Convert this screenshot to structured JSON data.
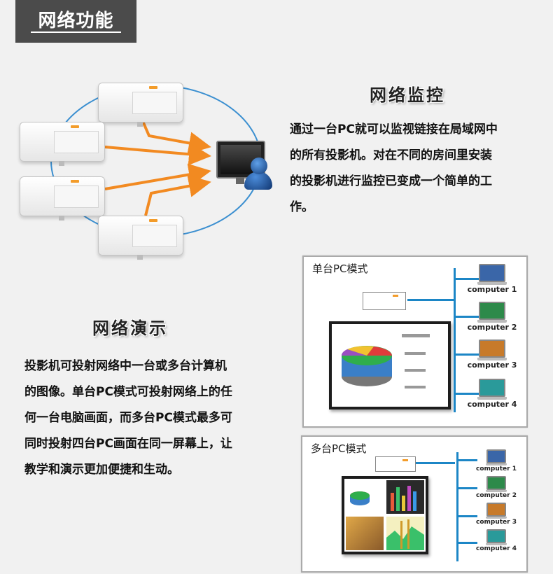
{
  "header": {
    "title": "网络功能"
  },
  "monitoring": {
    "title": "网络监控",
    "lines": [
      "通过一台PC就可以监视链接在局域网中",
      "的所有投影机。对在不同的房间里安装",
      "的投影机进行监控已变成一个简单的工",
      "作。"
    ]
  },
  "presentation": {
    "title": "网络演示",
    "lines": [
      "投影机可投射网络中一台或多台计算机",
      "的图像。单台PC模式可投射网络上的任",
      "何一台电脑画面，而多台PC模式最多可",
      "同时投射四台PC画面在同一屏幕上，让",
      "教学和演示更加便捷和生动。"
    ]
  },
  "single_mode": {
    "label": "单台PC模式",
    "computers": [
      "computer 1",
      "computer 2",
      "computer 3",
      "computer 4"
    ]
  },
  "multi_mode": {
    "label": "多台PC模式",
    "computers": [
      "computer 1",
      "computer 2",
      "computer 3",
      "computer 4"
    ]
  },
  "colors": {
    "header_bg": "#4b4b4b",
    "arrow": "#f28a21",
    "network_line": "#3b8fd0",
    "accent": "#1c86c6"
  }
}
